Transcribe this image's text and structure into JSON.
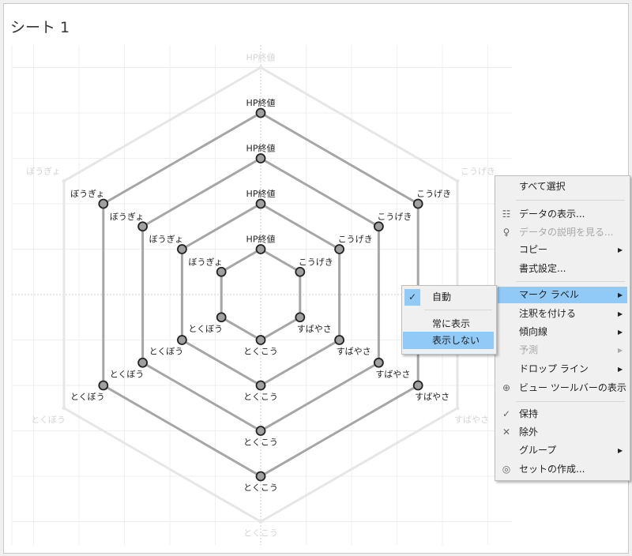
{
  "sheet": {
    "title": "シート 1"
  },
  "chart_data": {
    "type": "radar",
    "axes": [
      "HP終値",
      "こうげき",
      "すばやさ",
      "とくこう",
      "とくぼう",
      "ぼうぎょ"
    ],
    "levels": [
      1,
      2,
      3,
      4,
      5
    ],
    "faded_level": 5,
    "grid": true,
    "colors": {
      "line": "#a6a6a6",
      "marker": "#a0a0a0",
      "faded": "#e6e6e6",
      "grid": "#efefef"
    }
  },
  "context_menu": {
    "items": [
      {
        "label": "すべて選択",
        "icon": ""
      },
      {
        "label": "データの表示...",
        "icon": "table-icon"
      },
      {
        "label": "データの説明を見る...",
        "icon": "lightbulb-icon",
        "disabled": true
      },
      {
        "label": "コピー",
        "submenu": true
      },
      {
        "label": "書式設定..."
      },
      {
        "label": "マーク ラベル",
        "submenu": true,
        "highlighted": true
      },
      {
        "label": "注釈を付ける",
        "submenu": true
      },
      {
        "label": "傾向線",
        "submenu": true
      },
      {
        "label": "予測",
        "submenu": true,
        "disabled": true
      },
      {
        "label": "ドロップ ライン",
        "submenu": true
      },
      {
        "label": "ビュー ツールバーの表示",
        "icon": "zoom-in-icon"
      },
      {
        "label": "保持",
        "icon": "check-icon"
      },
      {
        "label": "除外",
        "icon": "x-icon"
      },
      {
        "label": "グループ",
        "submenu": true
      },
      {
        "label": "セットの作成...",
        "icon": "set-icon"
      }
    ],
    "icons": {
      "table": "☷",
      "bulb": "♀",
      "zoom": "⊕",
      "check": "✓",
      "x": "✕",
      "set": "◎",
      "arrow": "▶"
    }
  },
  "submenu": {
    "items": [
      {
        "label": "自動",
        "checked": true
      },
      {
        "label": "常に表示"
      },
      {
        "label": "表示しない",
        "highlighted": true
      }
    ],
    "check": "✓"
  }
}
